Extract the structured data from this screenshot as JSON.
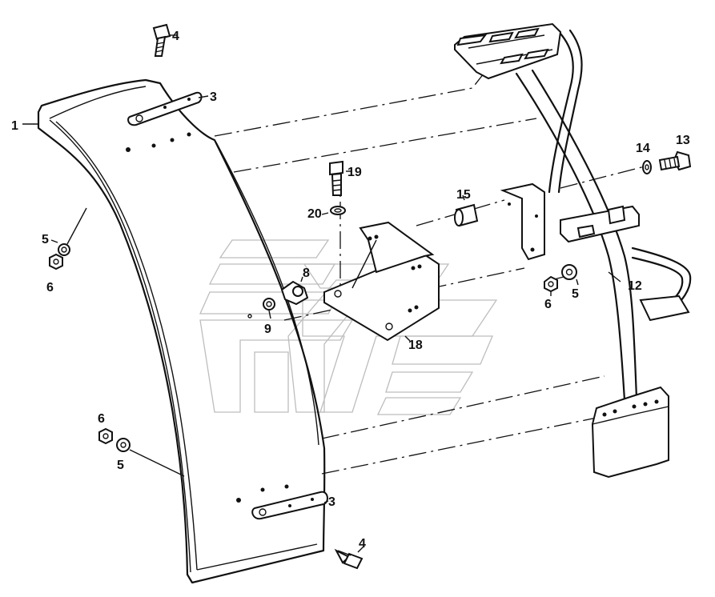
{
  "callouts": [
    {
      "id": "c1",
      "text": "1"
    },
    {
      "id": "c4a",
      "text": "4"
    },
    {
      "id": "c3a",
      "text": "3"
    },
    {
      "id": "c5a",
      "text": "5"
    },
    {
      "id": "c6a",
      "text": "6"
    },
    {
      "id": "c8",
      "text": "8"
    },
    {
      "id": "c9",
      "text": "9"
    },
    {
      "id": "c19",
      "text": "19"
    },
    {
      "id": "c20",
      "text": "20"
    },
    {
      "id": "c15",
      "text": "15"
    },
    {
      "id": "c18",
      "text": "18"
    },
    {
      "id": "c14",
      "text": "14"
    },
    {
      "id": "c13",
      "text": "13"
    },
    {
      "id": "c12",
      "text": "12"
    },
    {
      "id": "c6b",
      "text": "6"
    },
    {
      "id": "c5b",
      "text": "5"
    },
    {
      "id": "c6c",
      "text": "6"
    },
    {
      "id": "c5c",
      "text": "5"
    },
    {
      "id": "c3b",
      "text": "3"
    },
    {
      "id": "c4b",
      "text": "4"
    }
  ]
}
